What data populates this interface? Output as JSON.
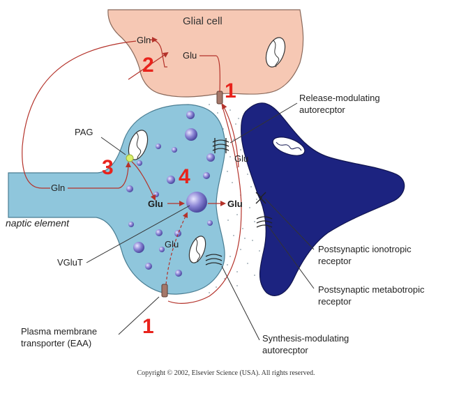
{
  "glial_cell_label": "Glial cell",
  "presynaptic_label": "naptic element",
  "molecules": {
    "gln_top": "Gln",
    "glu_glial": "Glu",
    "gln_left": "Gln",
    "glu_vesicle": "Glu",
    "glu_cleft": "Glu",
    "glu_synaptic": "Glu",
    "glu_lower": "Glu"
  },
  "step_numbers": {
    "glial_transporter": "1",
    "glutaminase_return": "2",
    "pag_step": "3",
    "vesicle_step": "4",
    "plasma_transporter": "1"
  },
  "callouts": {
    "release_modulating_line1": "Release-modulating",
    "release_modulating_line2": "autorecptor",
    "pag": "PAG",
    "vglut": "VGluT",
    "plasma_line1": "Plasma membrane",
    "plasma_line2": "transporter (EAA)",
    "ionotropic_line1": "Postsynaptic ionotropic",
    "ionotropic_line2": "receptor",
    "metabotropic_line1": "Postsynaptic metabotropic",
    "metabotropic_line2": "receptor",
    "synthesis_line1": "Synthesis-modulating",
    "synthesis_line2": "autorecptor"
  },
  "copyright": "Copyright © 2002, Elsevier Science (USA). All rights reserved.",
  "colors": {
    "glial_fill": "#f6c8b4",
    "presynaptic_fill": "#8fc6dc",
    "postsynaptic_fill": "#1c2380",
    "pathway_arrow": "#b4322a",
    "step_number": "#e8231c",
    "vesicle": "#8a84d4"
  }
}
